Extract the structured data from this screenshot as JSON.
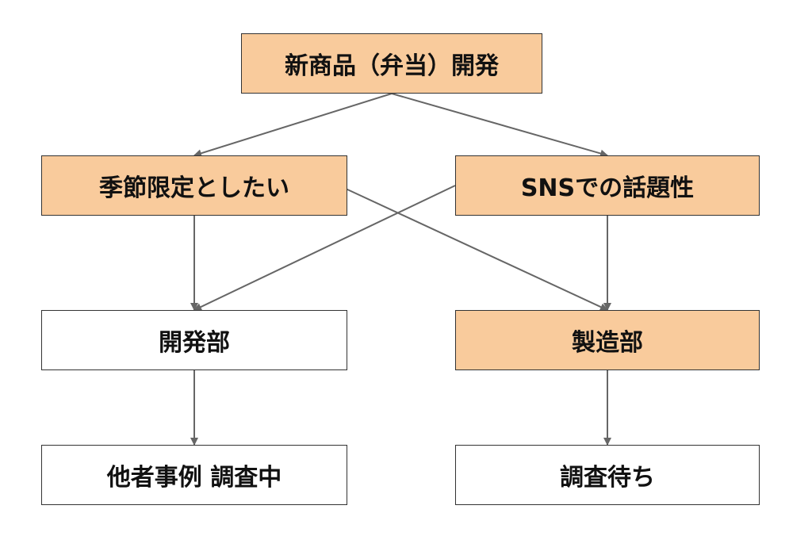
{
  "diagram": {
    "root": {
      "label": "新商品（弁当）開発",
      "highlighted": true
    },
    "left_requirement": {
      "label": "季節限定としたい",
      "highlighted": true
    },
    "right_requirement": {
      "label": "SNSでの話題性",
      "highlighted": true
    },
    "left_department": {
      "label": "開発部",
      "highlighted": false
    },
    "right_department": {
      "label": "製造部",
      "highlighted": true
    },
    "left_status": {
      "label": "他者事例 調査中",
      "highlighted": false
    },
    "right_status": {
      "label": "調査待ち",
      "highlighted": false
    },
    "edges": [
      [
        "root",
        "left_requirement"
      ],
      [
        "root",
        "right_requirement"
      ],
      [
        "left_requirement",
        "left_department"
      ],
      [
        "left_requirement",
        "right_department"
      ],
      [
        "right_requirement",
        "left_department"
      ],
      [
        "right_requirement",
        "right_department"
      ],
      [
        "left_department",
        "left_status"
      ],
      [
        "right_department",
        "right_status"
      ]
    ],
    "colors": {
      "highlight_fill": "#f9cb9c",
      "plain_fill": "#ffffff",
      "border": "#333333",
      "arrow": "#666666"
    }
  }
}
